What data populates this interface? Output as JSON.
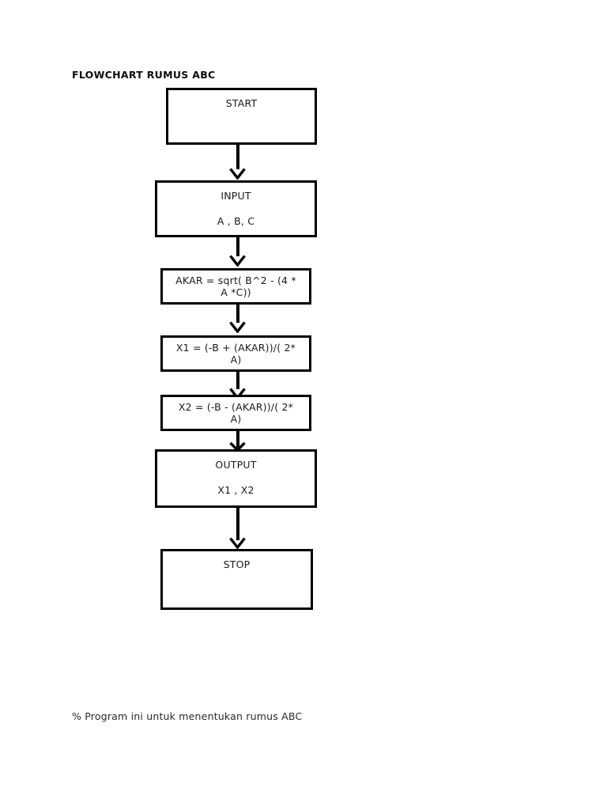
{
  "document": {
    "title": "FLOWCHART RUMUS ABC",
    "footer_note": "% Program ini untuk menentukan rumus ABC"
  },
  "flowchart": {
    "nodes": [
      {
        "id": "start",
        "shape": "terminator",
        "lines": [
          "START"
        ]
      },
      {
        "id": "input",
        "shape": "io",
        "lines": [
          "INPUT",
          "A , B, C"
        ]
      },
      {
        "id": "akar",
        "shape": "process",
        "lines": [
          "AKAR = sqrt( B^2 - (4 *",
          "A *C))"
        ]
      },
      {
        "id": "x1",
        "shape": "process",
        "lines": [
          "X1 = (-B + (AKAR))/( 2*",
          "A)"
        ]
      },
      {
        "id": "x2",
        "shape": "process",
        "lines": [
          "X2 = (-B - (AKAR))/( 2*",
          "A)"
        ]
      },
      {
        "id": "output",
        "shape": "io",
        "lines": [
          "OUTPUT",
          "X1 , X2"
        ]
      },
      {
        "id": "stop",
        "shape": "terminator",
        "lines": [
          "STOP"
        ]
      }
    ],
    "edges": [
      {
        "from": "start",
        "to": "input"
      },
      {
        "from": "input",
        "to": "akar"
      },
      {
        "from": "akar",
        "to": "x1"
      },
      {
        "from": "x1",
        "to": "x2"
      },
      {
        "from": "x2",
        "to": "output"
      },
      {
        "from": "output",
        "to": "stop"
      }
    ],
    "colors": {
      "stroke": "#000000",
      "fill": "#ffffff",
      "text": "#1a1a1a",
      "background": "#ffffff"
    }
  }
}
